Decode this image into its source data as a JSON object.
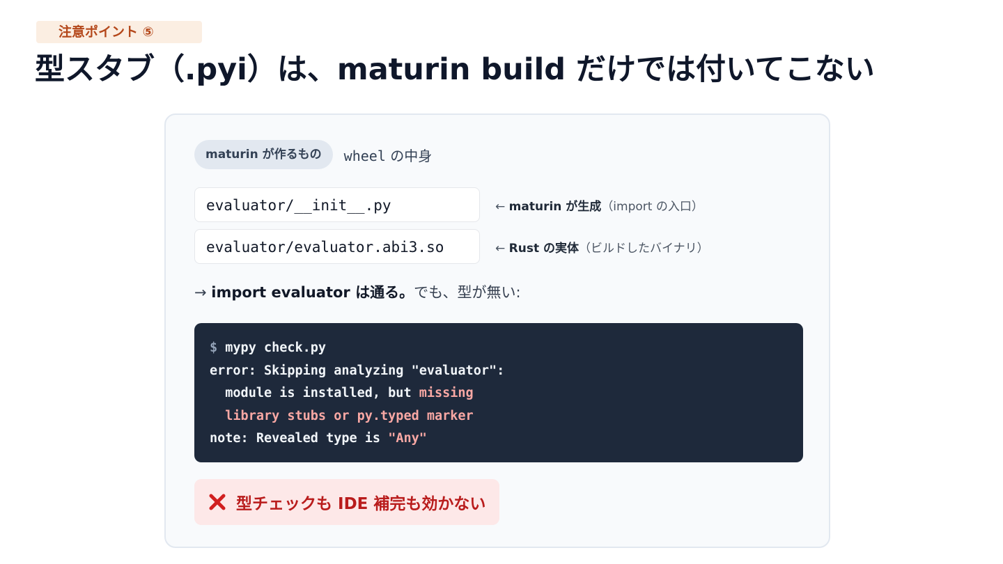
{
  "badge": {
    "label": "注意ポイント ⑤"
  },
  "headline": "型スタブ（.pyi）は、maturin build だけでは付いてこない",
  "card": {
    "pill": "maturin が作るもの",
    "section_mono": "wheel",
    "section_rest": " の中身",
    "files": [
      {
        "path": "evaluator/__init__.py",
        "arrow": "← ",
        "note_bold": "maturin が生成",
        "note_rest": "（import の入口）"
      },
      {
        "path": "evaluator/evaluator.abi3.so",
        "arrow": "← ",
        "note_bold": "Rust の実体",
        "note_rest": "（ビルドしたバイナリ）"
      }
    ],
    "summary": {
      "arrow": "→ ",
      "bold": "import evaluator は通る。",
      "rest": "でも、型が無い:"
    },
    "terminal": {
      "prompt": "$",
      "cmd": " mypy check.py",
      "line2": "error: Skipping analyzing \"evaluator\":",
      "line3_plain": "  module is installed, but ",
      "line3_hl": "missing",
      "line4_hl": "  library stubs or py.typed marker",
      "line5_plain": "note: Revealed type is ",
      "line5_hl": "\"Any\""
    },
    "warning": "型チェックも IDE 補完も効かない"
  },
  "colors": {
    "accent_orange": "#b4471a",
    "terminal_bg": "#1e293b",
    "highlight": "#f9a8a4",
    "warning_red": "#b91c1c",
    "warning_bg": "#fde8e8"
  },
  "icons": {
    "warning": "x-mark-icon"
  }
}
